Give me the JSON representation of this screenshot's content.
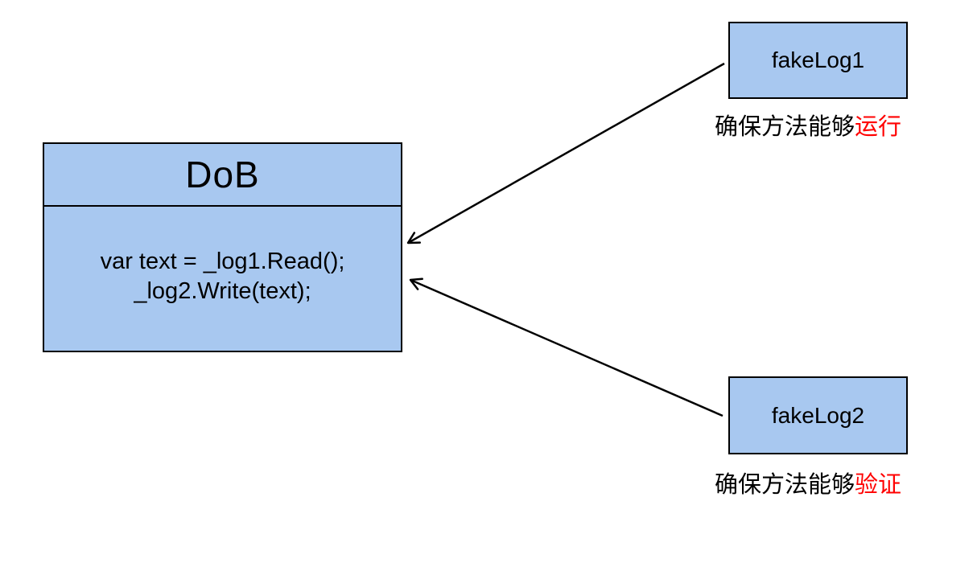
{
  "dob": {
    "title": "DoB",
    "code_line1": "var text = _log1.Read();",
    "code_line2": "_log2.Write(text);"
  },
  "fake_log1": {
    "label": "fakeLog1",
    "caption_black": "确保方法能够",
    "caption_red": "运行"
  },
  "fake_log2": {
    "label": "fakeLog2",
    "caption_black": "确保方法能够",
    "caption_red": "验证"
  },
  "arrows": [
    {
      "from": "fakeLog1",
      "to": "DoB"
    },
    {
      "from": "fakeLog2",
      "to": "DoB"
    }
  ],
  "colors": {
    "box_fill": "#A8C8F0",
    "box_border": "#000000",
    "arrow": "#000000",
    "caption_highlight": "#FF0000",
    "background": "#FFFFFF"
  }
}
